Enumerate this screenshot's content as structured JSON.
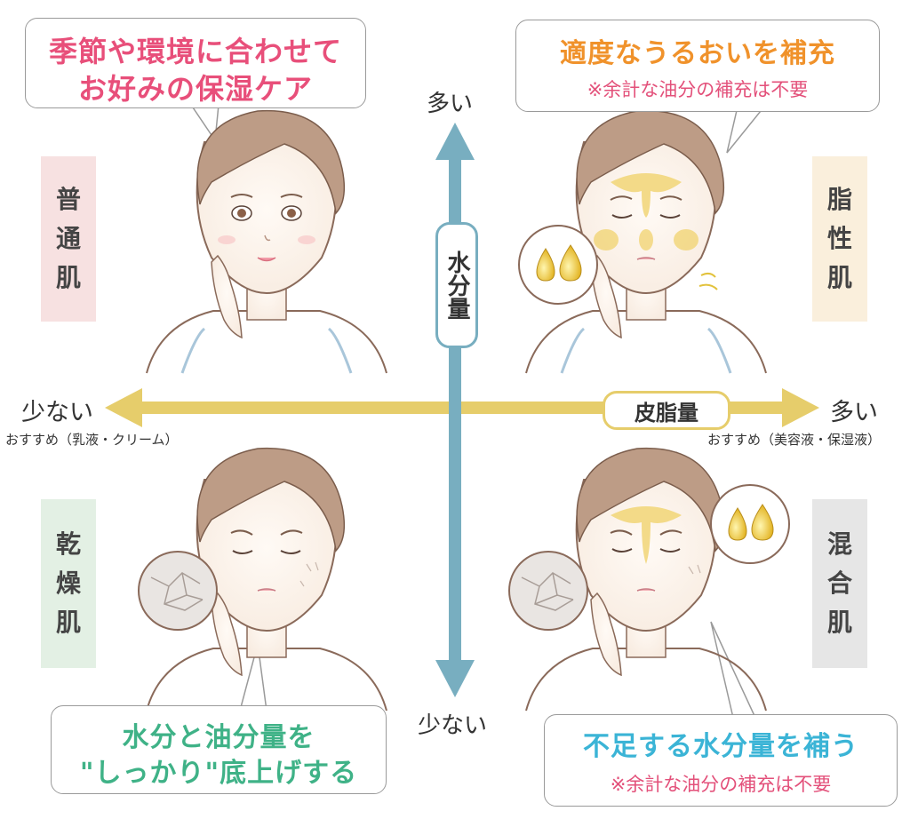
{
  "top_left_bubble": {
    "line1": "季節や環境に合わせて",
    "line2": "お好みの保湿ケア"
  },
  "top_right_bubble": {
    "title": "適度なうるおいを補充",
    "note": "※余計な油分の補充は不要"
  },
  "bottom_left_bubble": {
    "line1": "水分と油分量を",
    "line2": "\"しっかり\"底上げする"
  },
  "bottom_right_bubble": {
    "title": "不足する水分量を補う",
    "note": "※余計な油分の補充は不要"
  },
  "vertical_axis": {
    "label": "水分量",
    "top": "多い",
    "bottom": "少ない"
  },
  "horizontal_axis": {
    "label": "皮脂量",
    "left": "少ない",
    "right": "多い",
    "left_note": "おすすめ（乳液・クリーム）",
    "right_note": "おすすめ（美容液・保湿液）"
  },
  "quadrants": {
    "normal": {
      "chars": [
        "普",
        "通",
        "肌"
      ],
      "color": "#f7e1e1"
    },
    "oily": {
      "chars": [
        "脂",
        "性",
        "肌"
      ],
      "color": "#faefdc"
    },
    "dry": {
      "chars": [
        "乾",
        "燥",
        "肌"
      ],
      "color": "#e3f0e4"
    },
    "combination": {
      "chars": [
        "混",
        "合",
        "肌"
      ],
      "color": "#e6e6e6"
    }
  },
  "colors": {
    "v_axis": "#78aec0",
    "h_axis": "#e6cd6b",
    "pink_title": "#e84f7a",
    "orange_title": "#f0922b",
    "green_title": "#3fb287",
    "blue_title": "#3bb4d6"
  }
}
